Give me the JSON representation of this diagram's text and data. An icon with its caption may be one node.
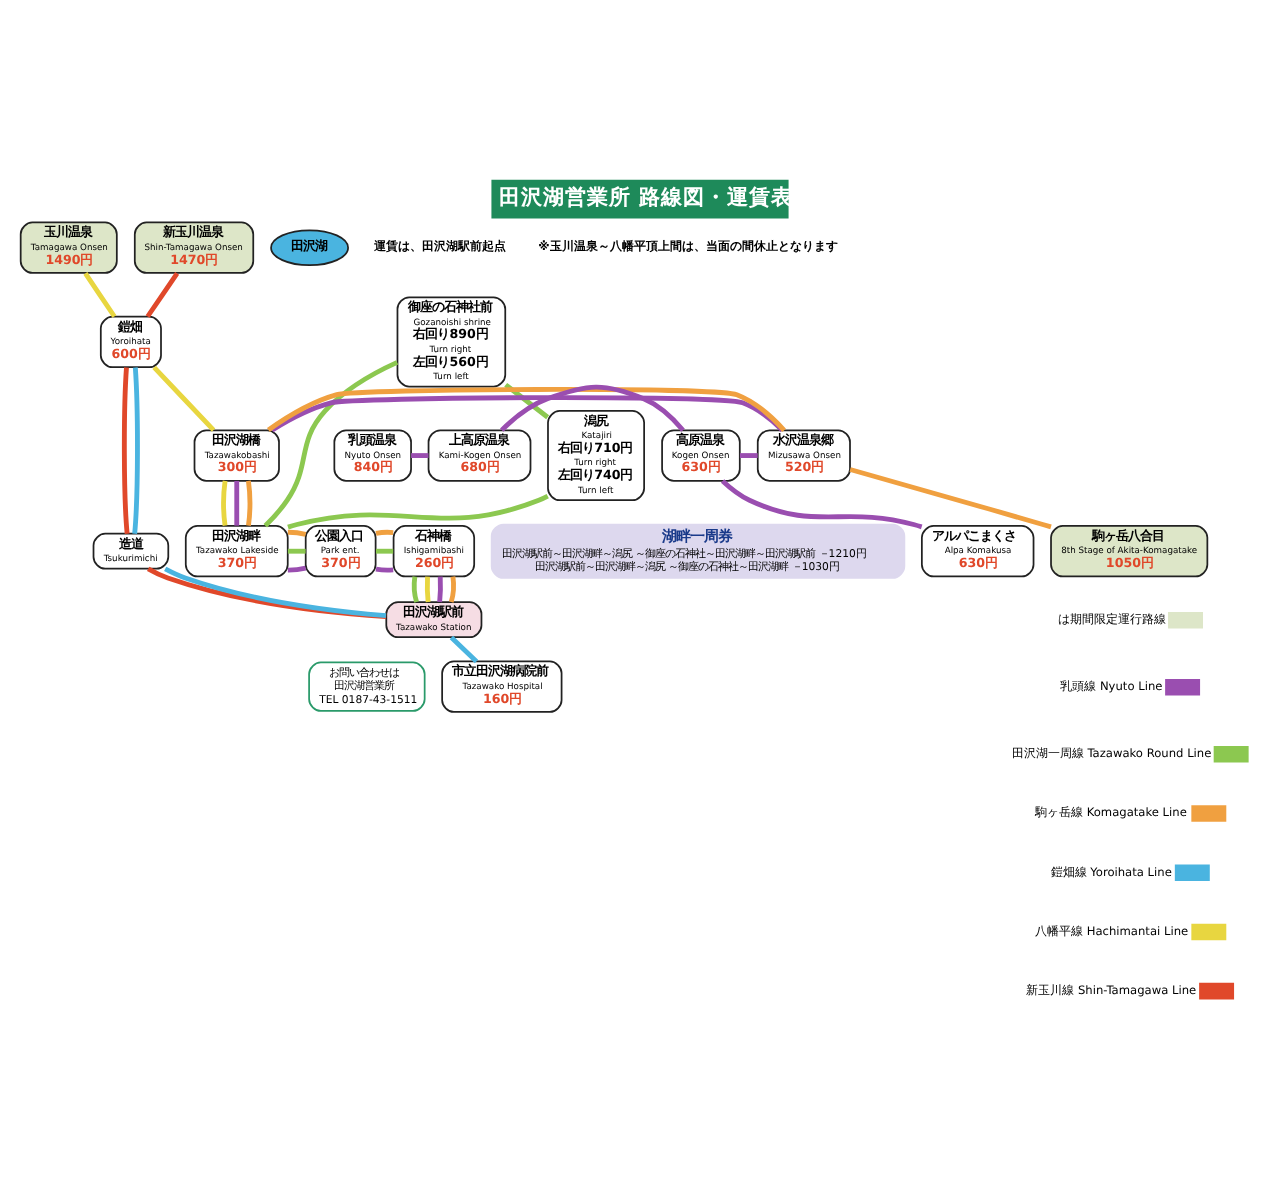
{
  "diagram": {
    "title": "田沢湖営業所 路線図・運賃表",
    "nodes": [
      {
        "text": [
          "玉川温泉",
          "Tamagawa Onsen",
          "1490円"
        ]
      },
      {
        "text": [
          "新玉川温泉",
          "Shin-Tamagawa Onsen",
          "1470円"
        ]
      },
      {
        "text": [
          "鎧畑",
          "Yoroihata",
          "600円"
        ]
      },
      {
        "text": [
          "御座の石神社前",
          "Gozanoishi shrine",
          "右回り890円",
          "Turn right",
          "左回り560円",
          "Turn left"
        ]
      },
      {
        "text": [
          "田沢湖橋",
          "Tazawakobashi",
          "300円"
        ]
      },
      {
        "text": [
          "水沢温泉郷",
          "Mizusawa Onsen",
          "520円"
        ]
      },
      {
        "text": [
          "高原温泉",
          "Kogen Onsen",
          "630円"
        ]
      },
      {
        "text": [
          "上高原温泉",
          "Kami-Kogen Onsen",
          "680円"
        ]
      },
      {
        "text": [
          "乳頭温泉",
          "Nyuto Onsen",
          "840円"
        ]
      },
      {
        "text": [
          "田沢湖"
        ]
      },
      {
        "text": [
          "田沢湖畔",
          "Tazawako Lakeside",
          "370円"
        ]
      },
      {
        "text": [
          "公園入口",
          "Park ent.",
          "370円"
        ]
      },
      {
        "text": [
          "石神橋",
          "Ishigamibashi",
          "260円"
        ]
      },
      {
        "text": [
          "造道",
          "Tsukurimichi"
        ]
      },
      {
        "text": [
          "潟尻",
          "Katajiri",
          "右回り710円",
          "Turn right",
          "左回り740円",
          "Turn left"
        ]
      },
      {
        "text": [
          "アルパこまくさ",
          "Alpa Komakusa",
          "630円"
        ]
      },
      {
        "text": [
          "駒ヶ岳八合目",
          "8th Stage of Akita-Komagatake",
          "1050円"
        ]
      },
      {
        "text": [
          "田沢湖駅前",
          "Tazawako Station"
        ]
      },
      {
        "text": [
          "市立田沢湖病院前",
          "Tazawako Hospital",
          "160円"
        ]
      },
      {
        "text": [
          "湖畔一周券",
          "田沢湖駅前～田沢湖畔～潟尻 ～御座の石神社～田沢湖畔～田沢湖駅前 －1210円",
          "田沢湖駅前～田沢湖畔～潟尻 ～御座の石神社～田沢湖畔 －1030円"
        ]
      },
      {
        "text": [
          "お問い合わせは",
          "田沢湖営業所",
          "TEL 0187-43-1511"
        ]
      }
    ],
    "edges": [
      {
        "from": 0,
        "to": 2,
        "arrow": "none",
        "color": "#e8d640"
      },
      {
        "from": 1,
        "to": 2,
        "arrow": "none",
        "color": "#e0482a"
      },
      {
        "from": 2,
        "to": 4,
        "arrow": "none",
        "color": "#e8d640"
      },
      {
        "from": 2,
        "to": 13,
        "arrow": "none",
        "color": "#e0482a"
      },
      {
        "from": 2,
        "to": 13,
        "arrow": "none",
        "color": "#4ab4e0"
      },
      {
        "from": 13,
        "to": 17,
        "arrow": "none",
        "color": "#e0482a"
      },
      {
        "from": 13,
        "to": 17,
        "arrow": "none",
        "color": "#4ab4e0"
      },
      {
        "from": 17,
        "to": 18,
        "arrow": "none",
        "color": "#4ab4e0"
      },
      {
        "from": 8,
        "to": 7,
        "arrow": "none",
        "color": "#9a4eb0"
      },
      {
        "from": 7,
        "to": 6,
        "arrow": "none",
        "color": "#9a4eb0"
      },
      {
        "from": 6,
        "to": 5,
        "arrow": "none",
        "color": "#9a4eb0"
      },
      {
        "from": 6,
        "to": 15,
        "arrow": "none",
        "color": "#9a4eb0"
      },
      {
        "from": 5,
        "to": 16,
        "arrow": "none",
        "color": "#f0a040"
      },
      {
        "from": 5,
        "to": 4,
        "arrow": "none",
        "color": "#9a4eb0"
      },
      {
        "from": 5,
        "to": 4,
        "arrow": "none",
        "color": "#f0a040"
      },
      {
        "from": 4,
        "to": 10,
        "arrow": "none",
        "color": "#e8d640"
      },
      {
        "from": 4,
        "to": 10,
        "arrow": "none",
        "color": "#9a4eb0"
      },
      {
        "from": 4,
        "to": 10,
        "arrow": "none",
        "color": "#f0a040"
      },
      {
        "from": 3,
        "to": 10,
        "arrow": "none",
        "color": "#8cc850"
      },
      {
        "from": 3,
        "to": 14,
        "arrow": "none",
        "color": "#8cc850"
      },
      {
        "from": 14,
        "to": 10,
        "arrow": "none",
        "color": "#8cc850"
      },
      {
        "from": 10,
        "to": 11,
        "arrow": "none",
        "color": "#9a4eb0"
      },
      {
        "from": 10,
        "to": 11,
        "arrow": "none",
        "color": "#8cc850"
      },
      {
        "from": 10,
        "to": 11,
        "arrow": "none",
        "color": "#f0a040"
      },
      {
        "from": 11,
        "to": 12,
        "arrow": "none",
        "color": "#9a4eb0"
      },
      {
        "from": 11,
        "to": 12,
        "arrow": "none",
        "color": "#8cc850"
      },
      {
        "from": 11,
        "to": 12,
        "arrow": "none",
        "color": "#f0a040"
      },
      {
        "from": 12,
        "to": 17,
        "arrow": "none",
        "color": "#8cc850"
      },
      {
        "from": 12,
        "to": 17,
        "arrow": "none",
        "color": "#e8d640"
      },
      {
        "from": 12,
        "to": 17,
        "arrow": "none",
        "color": "#9a4eb0"
      },
      {
        "from": 12,
        "to": 17,
        "arrow": "none",
        "color": "#f0a040"
      }
    ],
    "labels": [
      "運賃は、田沢湖駅前起点",
      "※玉川温泉～八幡平頂上間は、当面の間休止となります"
    ],
    "legend": [
      {
        "text": "は期間限定運行路線",
        "color": "#dde6c8"
      },
      {
        "text": "乳頭線 Nyuto Line",
        "color": "#9a4eb0"
      },
      {
        "text": "田沢湖一周線 Tazawako Round Line",
        "color": "#8cc850"
      },
      {
        "text": "駒ヶ岳線 Komagatake Line",
        "color": "#f0a040"
      },
      {
        "text": "鎧畑線 Yoroihata Line",
        "color": "#4ab4e0"
      },
      {
        "text": "八幡平線 Hachimantai Line",
        "color": "#e8d640"
      },
      {
        "text": "新玉川線 Shin-Tamagawa Line",
        "color": "#e0482a"
      }
    ]
  }
}
